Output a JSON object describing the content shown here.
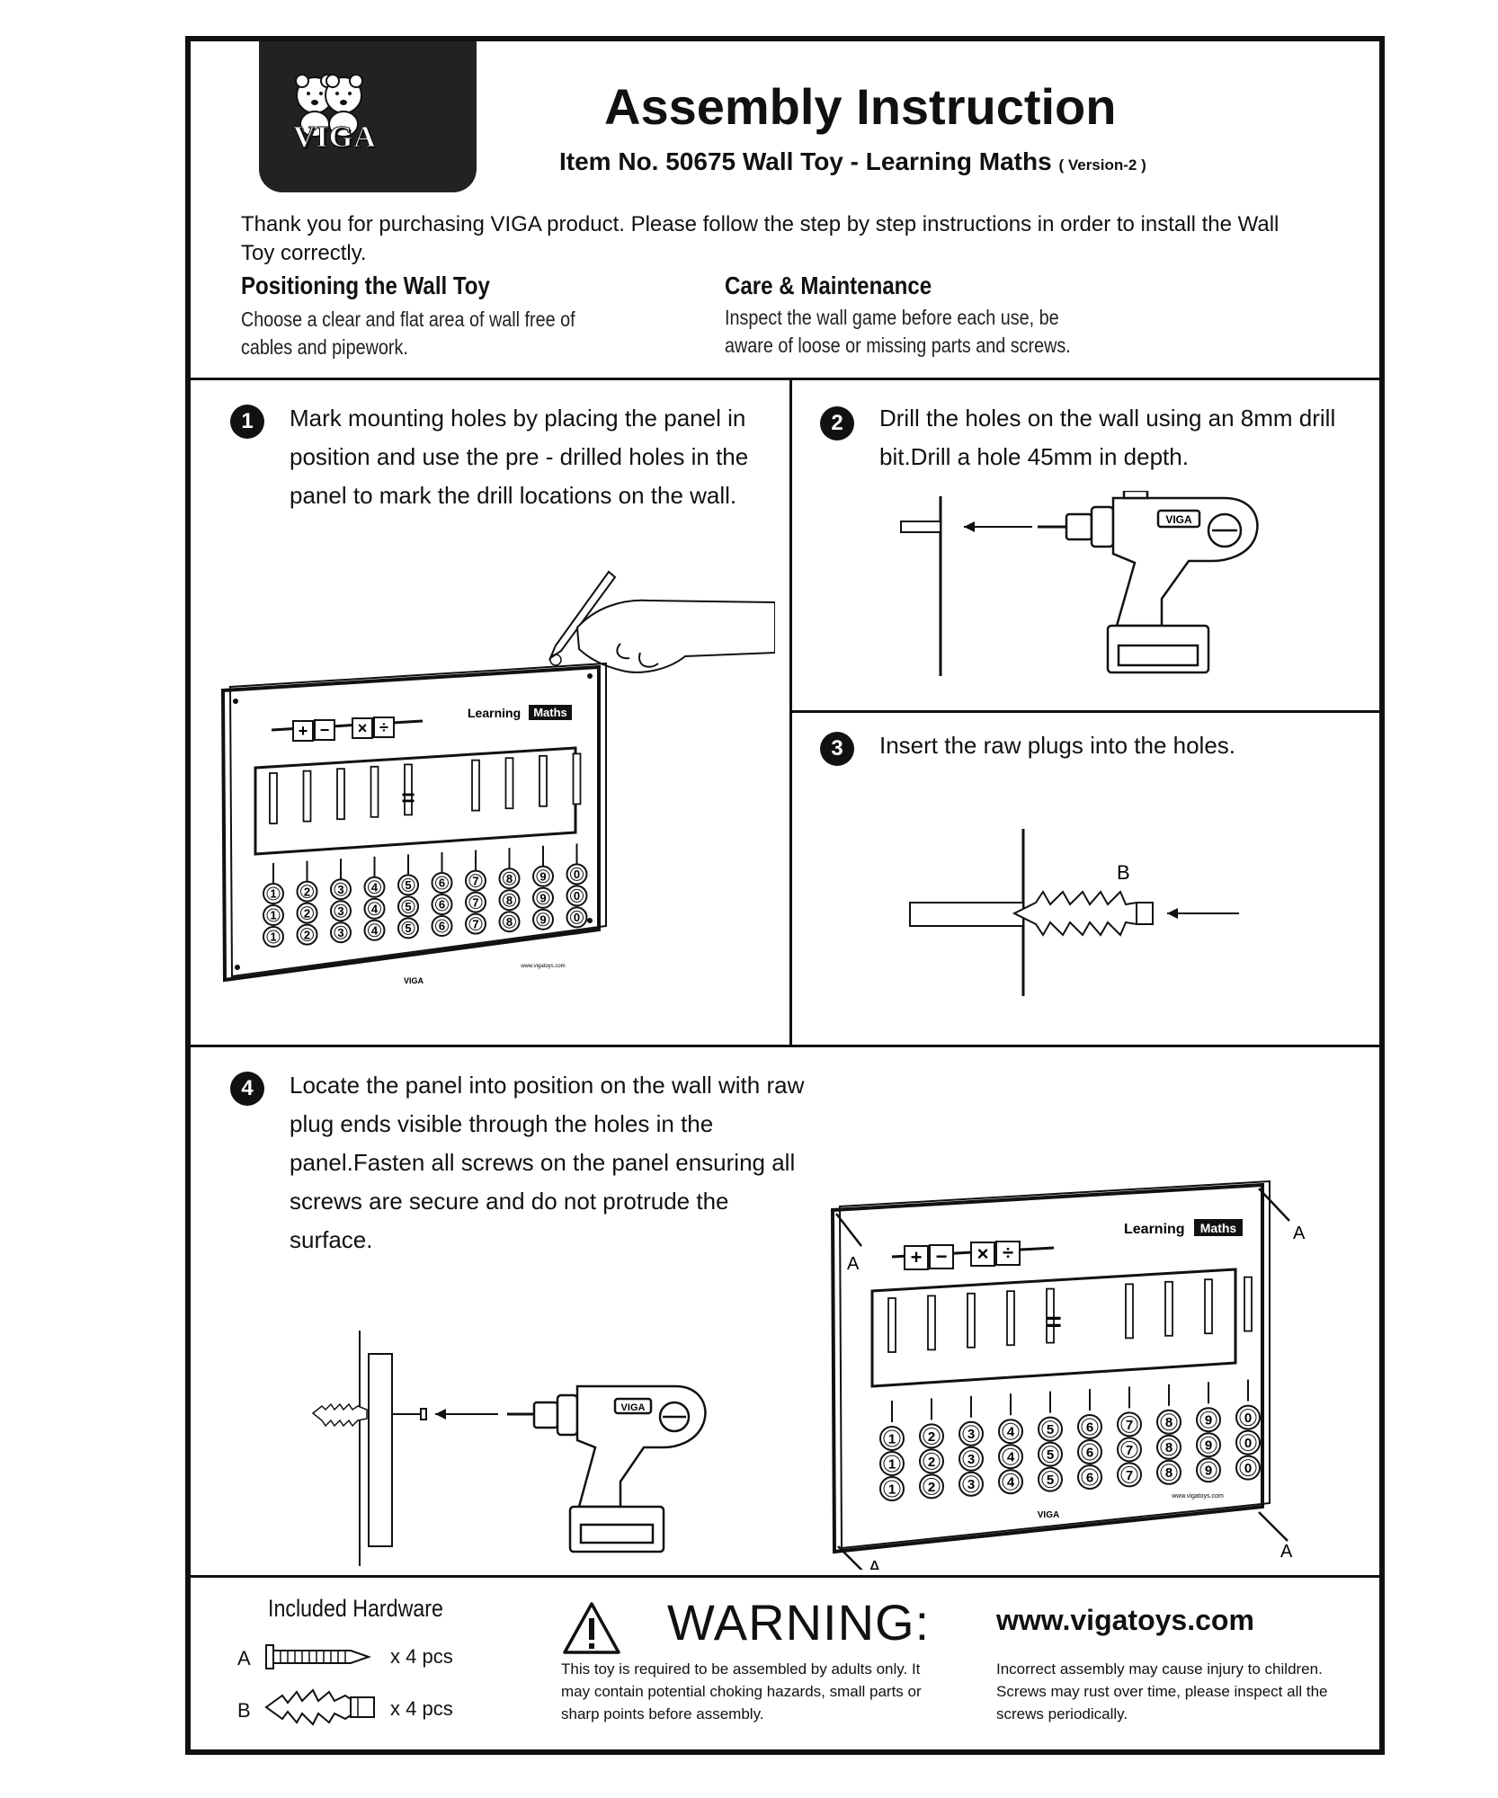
{
  "brand": {
    "logo_text": "VIGA"
  },
  "header": {
    "title": "Assembly Instruction",
    "subtitle": "Item No. 50675  Wall Toy - Learning Maths",
    "version": "( Version-2 )"
  },
  "intro": {
    "text": "Thank you for purchasing VIGA product. Please follow the step by step instructions in order to install the Wall Toy correctly."
  },
  "positioning": {
    "title": "Positioning the Wall Toy",
    "text": "Choose a clear and flat area of wall free of cables and pipework."
  },
  "care": {
    "title": "Care & Maintenance",
    "text": "Inspect the wall game before each use, be aware of loose or missing parts and screws."
  },
  "steps": [
    {
      "number": "1",
      "text": "Mark mounting holes by placing the panel in position and use the pre - drilled holes in the panel to mark the drill locations on the wall."
    },
    {
      "number": "2",
      "text": "Drill the holes on the wall using an 8mm drill bit.Drill a hole 45mm in depth."
    },
    {
      "number": "3",
      "text": "Insert the raw plugs into the holes."
    },
    {
      "number": "4",
      "text": "Locate the panel into position on the wall with raw plug ends visible through the holes in the panel.Fasten all screws on the panel ensuring all screws are secure and do not protrude the surface."
    }
  ],
  "panel": {
    "label_learning": "Learning",
    "label_maths": "Maths",
    "brand_small": "VIGA",
    "website_small": "www.vigatoys.com",
    "operators": [
      "+",
      "−",
      "×",
      "÷"
    ],
    "equals": "=",
    "bead_digits": [
      "1",
      "2",
      "3",
      "4",
      "5",
      "6",
      "7",
      "8",
      "9",
      "0"
    ]
  },
  "drill": {
    "brand": "VIGA"
  },
  "labels": {
    "screw": "A",
    "plug": "B"
  },
  "hardware": {
    "title": "Included Hardware",
    "items": [
      {
        "letter": "A",
        "qty": "x 4 pcs"
      },
      {
        "letter": "B",
        "qty": "x 4 pcs"
      }
    ]
  },
  "warning": {
    "title": "WARNING:",
    "text": "This toy is required to be assembled by adults only. It may contain potential choking hazards, small parts or sharp points before assembly."
  },
  "website": {
    "url": "www.vigatoys.com",
    "text": "Incorrect assembly may cause injury to children. Screws may rust over time, please inspect all the screws periodically."
  }
}
